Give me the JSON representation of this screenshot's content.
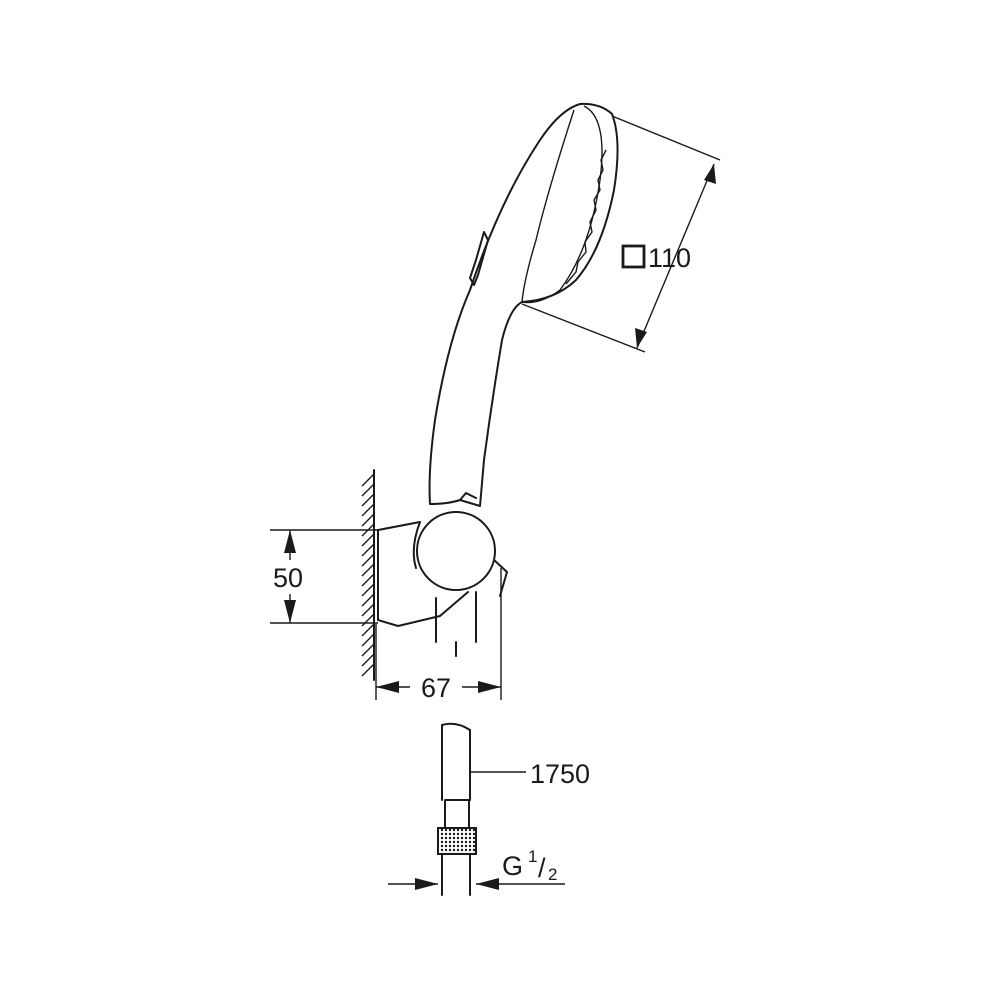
{
  "dimensions": {
    "head_size": "110",
    "holder_height": "50",
    "holder_depth": "67",
    "hose_length": "1750",
    "connection_prefix": "G",
    "connection_numerator": "1",
    "connection_denominator": "2"
  }
}
